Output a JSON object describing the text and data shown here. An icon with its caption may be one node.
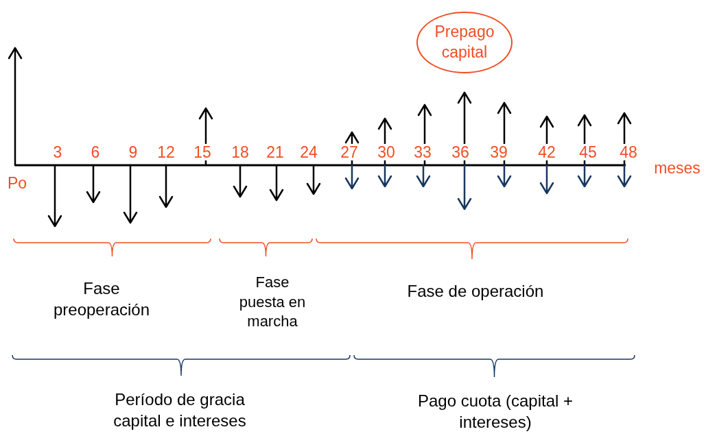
{
  "diagram": {
    "nodes": [
      {
        "text": [
          "Prepago capital"
        ]
      }
    ],
    "edges": [],
    "labels": [
      "3",
      "6",
      "9",
      "12",
      "15",
      "18",
      "21",
      "24",
      "27",
      "30",
      "33",
      "36",
      "39",
      "42",
      "45",
      "48",
      "Po",
      "meses",
      "Fase preoperación",
      "Fase puesta en marcha",
      "Fase de operación",
      "Período de gracia capital e intereses",
      "Pago cuota (capital + intereses)"
    ]
  }
}
